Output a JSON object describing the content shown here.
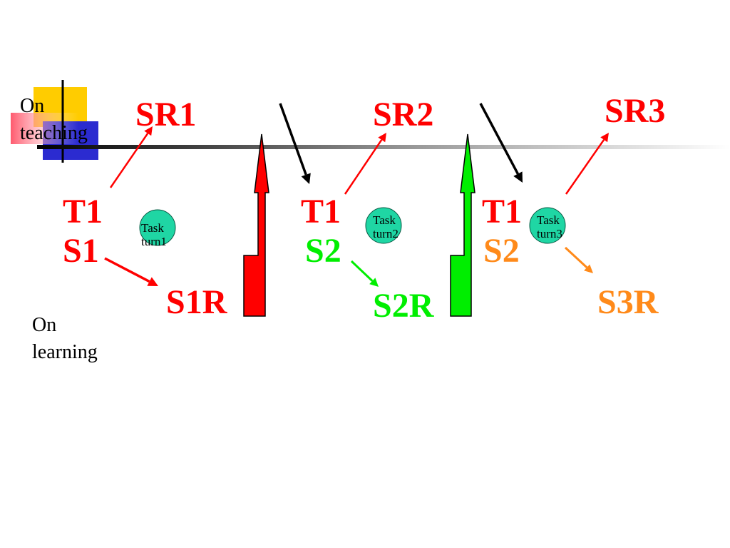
{
  "side_labels": {
    "teaching": [
      "On",
      "teaching"
    ],
    "learning": [
      "On",
      "learning"
    ]
  },
  "labels": {
    "sr1": "SR1",
    "sr2": "SR2",
    "sr3": "SR3",
    "t1_a": "T1",
    "t1_b": "T1",
    "t1_c": "T1",
    "s1": "S1",
    "s2_a": "S2",
    "s2_b": "S2",
    "s1r": "S1R",
    "s2r": "S2R",
    "s3r": "S3R"
  },
  "tasks": [
    {
      "line1": "Task",
      "line2": "turn1"
    },
    {
      "line1": "Task",
      "line2": "turn2"
    },
    {
      "line1": "Task",
      "line2": "turn3"
    }
  ],
  "colors": {
    "red": "#ff0000",
    "green": "#00ee00",
    "orange": "#ff8a1a",
    "task_fill": "#1fd6a4",
    "black": "#000000"
  }
}
